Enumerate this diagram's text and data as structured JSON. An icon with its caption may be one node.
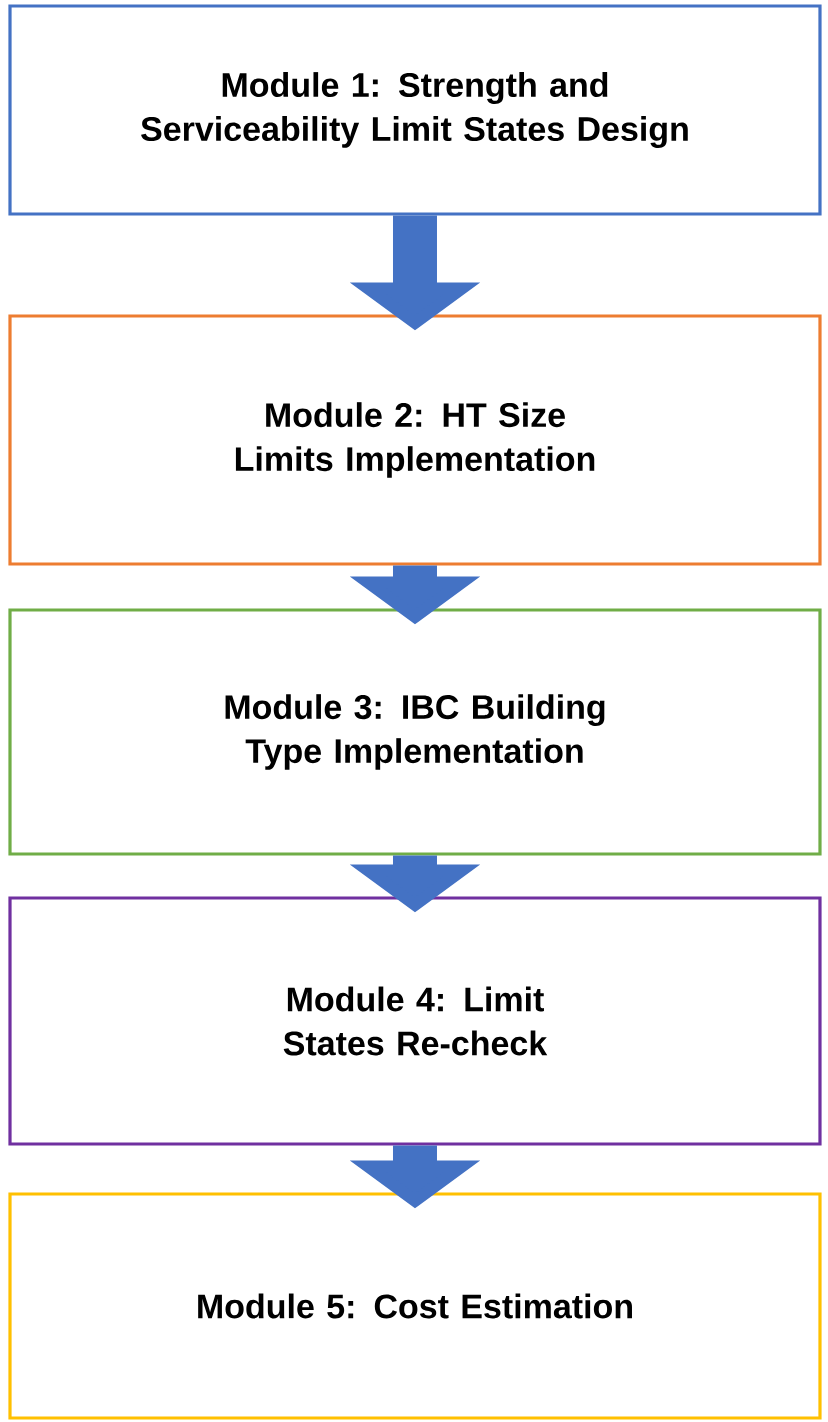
{
  "diagram": {
    "nodes": [
      {
        "text": [
          "Module 1: Strength and Serviceability Limit States Design"
        ]
      },
      {
        "text": [
          "Module 2: HT Size Limits Implementation"
        ]
      },
      {
        "text": [
          "Module 3: IBC Building Type Implementation"
        ]
      },
      {
        "text": [
          "Module 4: Limit States Re-check"
        ]
      },
      {
        "text": [
          "Module 5: Cost Estimation"
        ]
      }
    ],
    "edges": [
      {
        "from": 0,
        "to": 1,
        "arrow": "to"
      },
      {
        "from": 1,
        "to": 2,
        "arrow": "to"
      },
      {
        "from": 2,
        "to": 3,
        "arrow": "to"
      },
      {
        "from": 3,
        "to": 4,
        "arrow": "to"
      }
    ]
  }
}
